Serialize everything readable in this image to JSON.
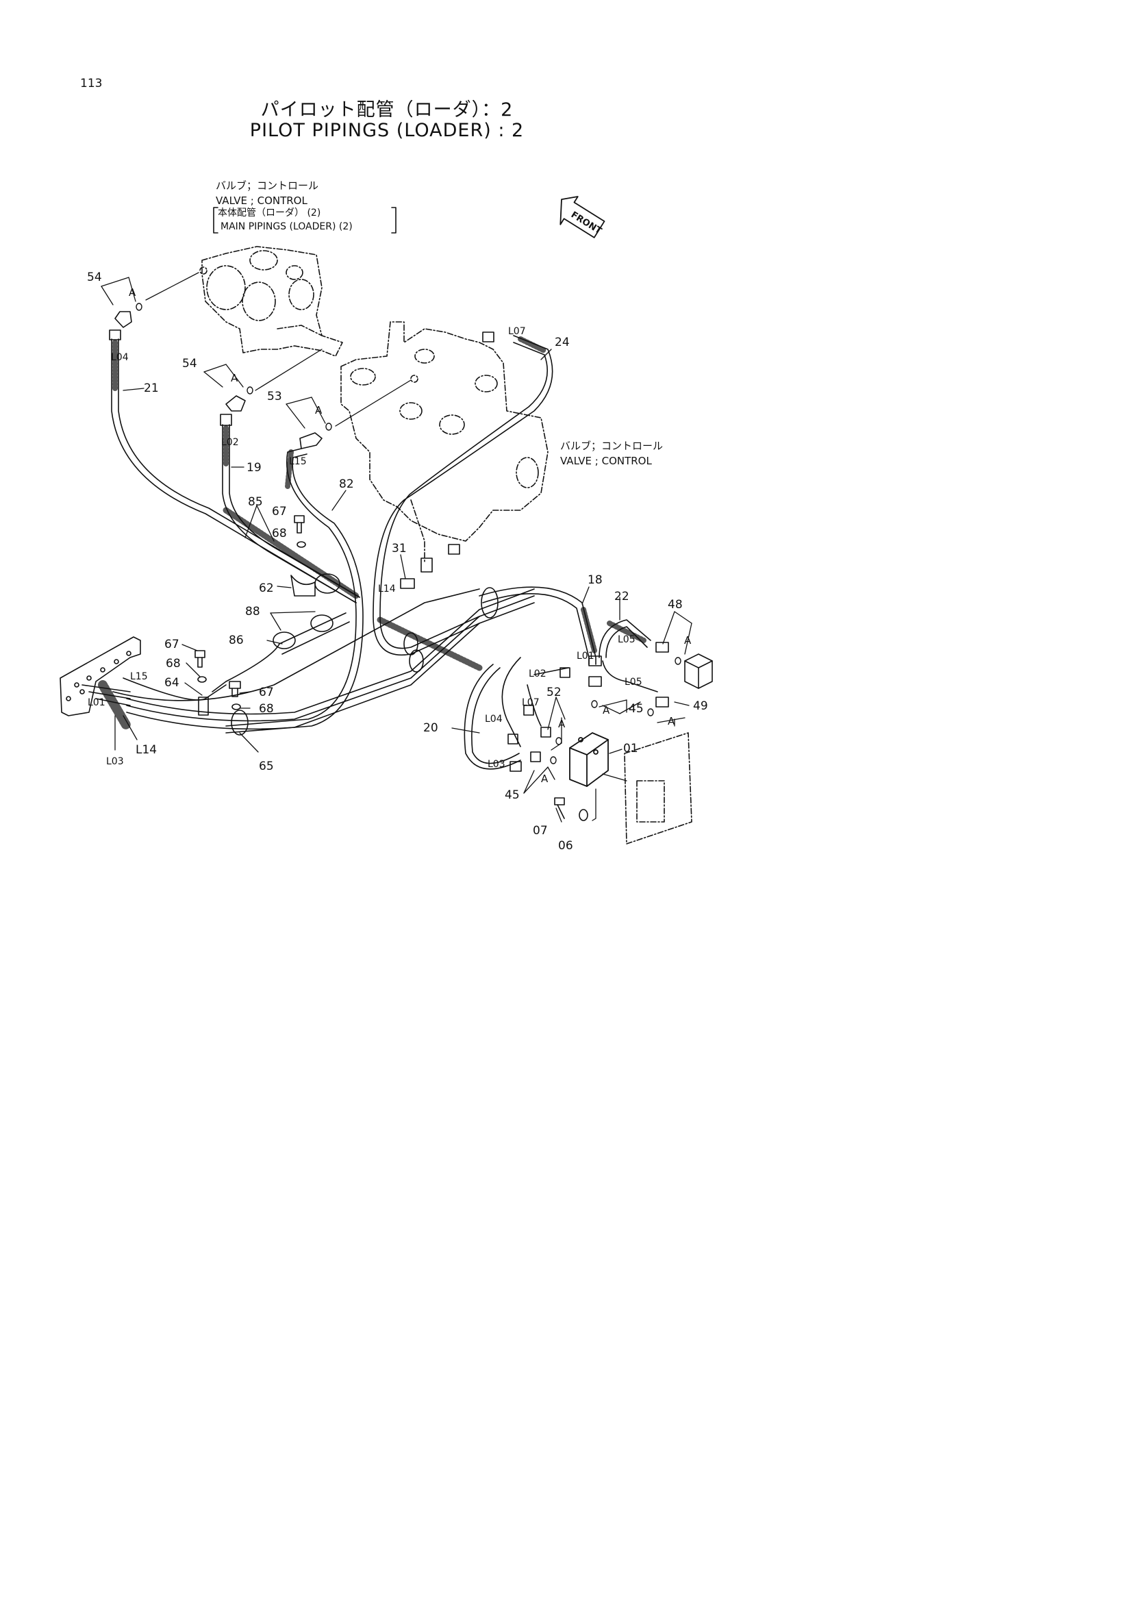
{
  "page_number": "113",
  "title_jp": "パイロット配管（ローダ）：2",
  "title_en": "PILOT PIPINGS (LOADER) : 2",
  "ref_left": {
    "jp": "バルブ；コントロール",
    "en": "VALVE ; CONTROL",
    "sub_jp": "本体配管（ローダ） (2)",
    "sub_en": "MAIN PIPINGS (LOADER) (2)"
  },
  "ref_right": {
    "jp": "バルブ；コントロール",
    "en": "VALVE ; CONTROL"
  },
  "front_label": "FRONT",
  "part_numbers": [
    "54",
    "21",
    "L04",
    "54",
    "L02",
    "19",
    "85",
    "67",
    "68",
    "53",
    "L15",
    "82",
    "L07",
    "24",
    "31",
    "L14",
    "62",
    "88",
    "86",
    "18",
    "22",
    "48",
    "L05",
    "L01",
    "67",
    "68",
    "L15",
    "64",
    "67",
    "68",
    "L01",
    "L14",
    "L03",
    "65",
    "L02",
    "52",
    "L07",
    "L04",
    "20",
    "L03",
    "45",
    "01",
    "07",
    "06",
    "L05",
    "45",
    "49"
  ],
  "view_marker": "A"
}
